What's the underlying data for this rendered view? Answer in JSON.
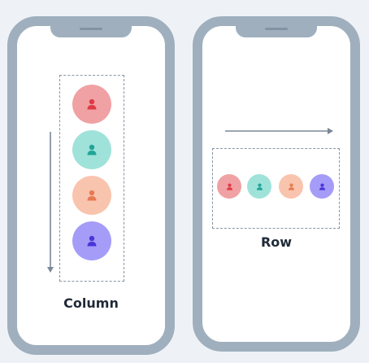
{
  "labels": {
    "column": "Column",
    "row": "Row"
  },
  "colors": {
    "background": "#eef2f6",
    "phone_frame": "#9fafbd",
    "arrow": "#7a8796",
    "avatar_red": "#f0a1a4",
    "icon_red": "#de3b45",
    "avatar_teal": "#9fe2da",
    "icon_teal": "#1fa596",
    "avatar_peach": "#f9c4ae",
    "icon_peach": "#e77a52",
    "avatar_purple": "#a59cf8",
    "icon_purple": "#4b35d8"
  },
  "icons": {
    "person": "user-icon",
    "direction_column": "arrow-down",
    "direction_row": "arrow-right"
  }
}
